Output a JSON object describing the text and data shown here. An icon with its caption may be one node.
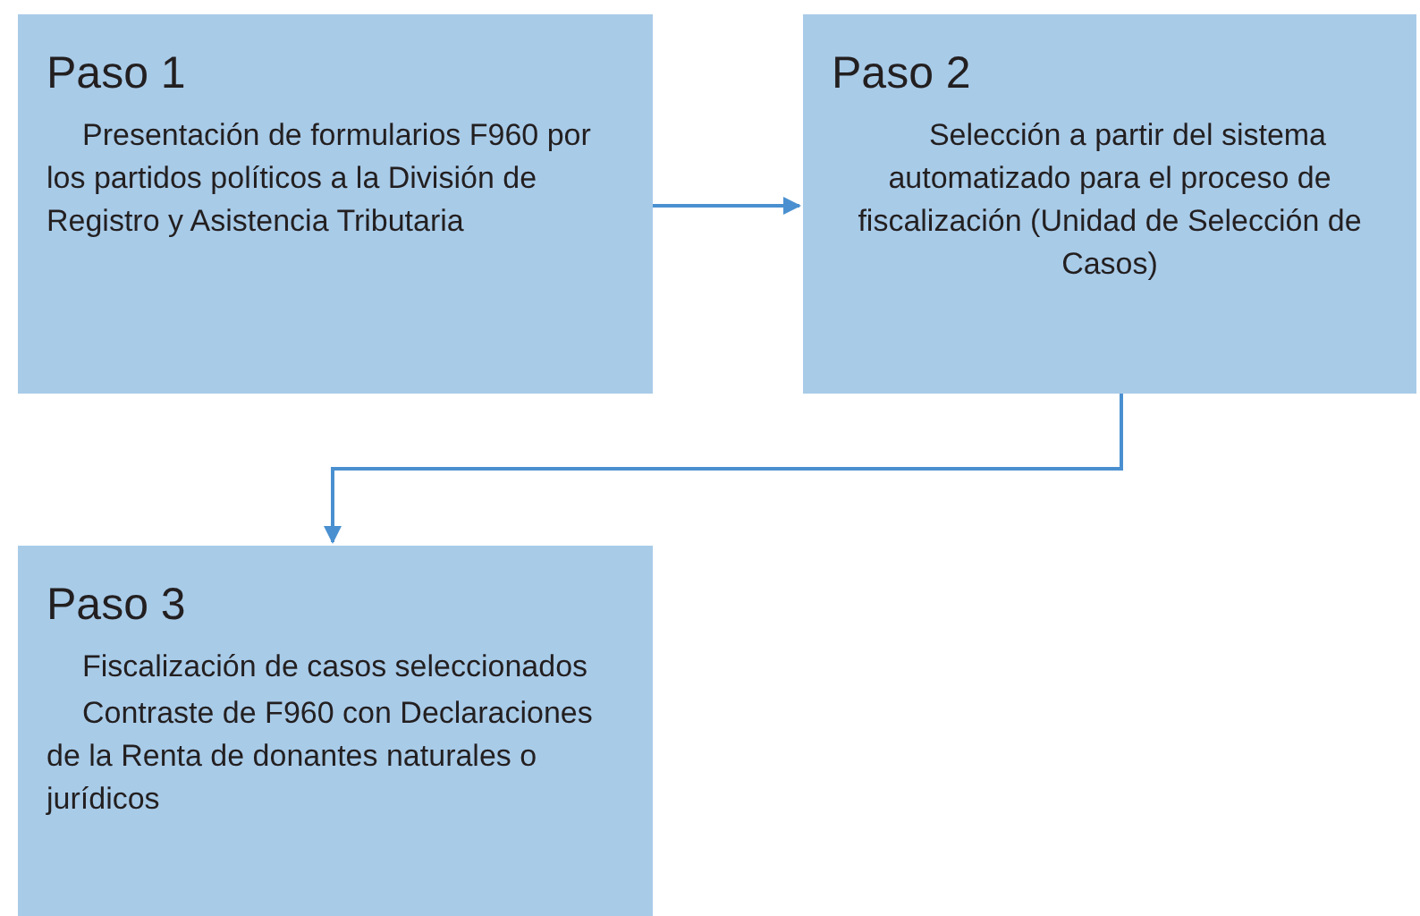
{
  "diagram": {
    "nodes": [
      {
        "text": [
          "Paso 1",
          "Presentación de formularios F960 por los partidos políticos a la División de Registro y Asistencia Tributaria"
        ]
      },
      {
        "text": [
          "Paso 2",
          "Selección a partir del sistema automatizado para el proceso de fiscalización (Unidad de Selección de Casos)"
        ]
      },
      {
        "text": [
          "Paso 3",
          "Fiscalización de casos seleccionados",
          "Contraste de F960 con Declaraciones de la Renta de donantes naturales o jurídicos"
        ]
      }
    ],
    "edges": [
      {
        "from": 0,
        "to": 1,
        "arrow": "to"
      },
      {
        "from": 1,
        "to": 2,
        "arrow": "to"
      }
    ]
  }
}
